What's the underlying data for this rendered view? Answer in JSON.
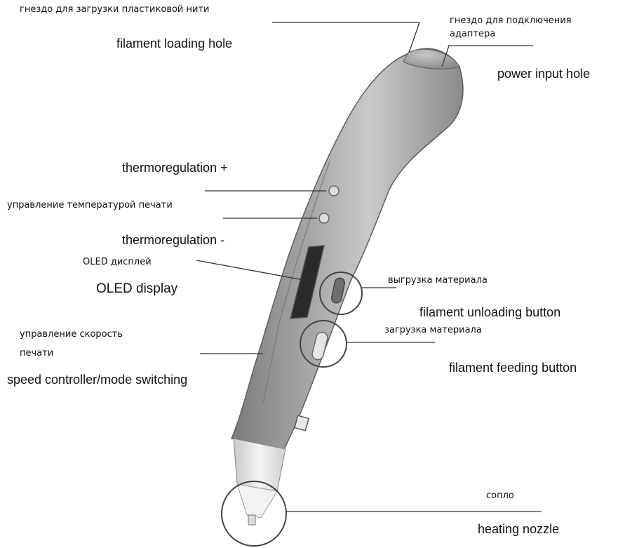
{
  "labels": {
    "filament_loading": {
      "ru": "гнездо для загрузки пластиковой нити",
      "en": "filament loading hole"
    },
    "power_input": {
      "ru_line1": "гнездо для подключения",
      "ru_line2": "адаптера",
      "en": "power input hole"
    },
    "thermo_plus": {
      "en": "thermoregulation +"
    },
    "temp_control": {
      "ru": "управление температурой печати"
    },
    "thermo_minus": {
      "en": "thermoregulation -"
    },
    "oled": {
      "ru": "OLED дисплей",
      "en": "OLED display"
    },
    "unloading": {
      "ru": "выгрузка материала",
      "en": "filament unloading button"
    },
    "feeding": {
      "ru": "загрузка материала",
      "en": "filament feeding button"
    },
    "speed": {
      "ru_line1": "управление скорость",
      "ru_line2": "печати",
      "en": "speed controller/mode switching"
    },
    "nozzle": {
      "ru": "сопло",
      "en": "heating nozzle"
    }
  },
  "colors": {
    "background": "#ffffff",
    "pen_body": "#9a9a9a",
    "pen_highlight": "#d9d9d9",
    "pen_shadow": "#6e6e6e",
    "nozzle_cap": "#e8e8e8",
    "leader_line": "#333333",
    "circle": "#444444"
  }
}
